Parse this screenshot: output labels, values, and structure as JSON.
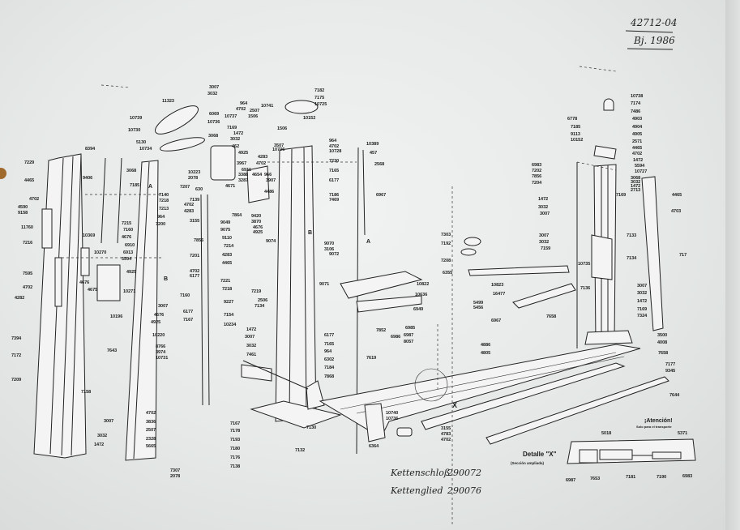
{
  "document": {
    "reference_number": "42712-04",
    "year_note": "Bj. 1986",
    "handwritten_notes": [
      {
        "label": "Kettenschloß",
        "number": "290072"
      },
      {
        "label": "Kettenglied",
        "number": "290076"
      }
    ]
  },
  "detail": {
    "title": "Detalle \"X\"",
    "subtitle": "(Sección ampliada)",
    "warning": "¡Atención!",
    "warning_note": "Solo para el transporte",
    "marker": "X"
  },
  "markers": [
    "A",
    "B",
    "A",
    "B"
  ],
  "part_labels": [
    "8394",
    "7229",
    "4465",
    "4702",
    "4590",
    "9158",
    "11760",
    "7216",
    "7595",
    "4702",
    "4282",
    "7394",
    "7172",
    "7209",
    "9406",
    "3068",
    "7185",
    "5130",
    "10734",
    "10369",
    "10270",
    "6910",
    "6913",
    "5594",
    "4676",
    "7215",
    "7160",
    "4925",
    "4676",
    "4675",
    "10271",
    "10196",
    "7643",
    "7158",
    "3007",
    "3032",
    "1472",
    "3007",
    "3032",
    "11323",
    "10739",
    "10730",
    "7182",
    "7175",
    "10725",
    "964",
    "4702",
    "10741",
    "2507",
    "1506",
    "10737",
    "6069",
    "10736",
    "10152",
    "7169",
    "1472",
    "3068",
    "3032",
    "462",
    "4925",
    "1506",
    "3507",
    "10736",
    "964",
    "4702",
    "10728",
    "7230",
    "7165",
    "6177",
    "7186",
    "7469",
    "4283",
    "4702",
    "3967",
    "6911",
    "3388",
    "4654",
    "3287",
    "966",
    "3907",
    "4486",
    "4671",
    "7864",
    "9420",
    "3870",
    "4676",
    "4925",
    "10223",
    "2078",
    "7207",
    "7140",
    "7218",
    "7213",
    "964",
    "7200",
    "4702",
    "4283",
    "3155",
    "7856",
    "7201",
    "4702",
    "6177",
    "630",
    "7139",
    "9049",
    "9075",
    "9110",
    "7214",
    "4283",
    "4465",
    "9074",
    "9070",
    "3106",
    "9072",
    "9071",
    "7221",
    "7218",
    "7160",
    "9227",
    "3007",
    "4676",
    "4925",
    "6177",
    "7167",
    "7154",
    "10234",
    "10220",
    "8766",
    "3974",
    "10731",
    "7219",
    "2506",
    "7134",
    "1472",
    "3007",
    "3032",
    "7461",
    "6177",
    "7165",
    "964",
    "6302",
    "7184",
    "7868",
    "7130",
    "7132",
    "4702",
    "3836",
    "2507",
    "2328",
    "5665",
    "7167",
    "7178",
    "7193",
    "7180",
    "7176",
    "7138",
    "7307",
    "2078",
    "10389",
    "457",
    "2568",
    "6967",
    "7303",
    "7192",
    "7208",
    "6355",
    "10822",
    "10823",
    "10636",
    "16477",
    "6949",
    "5499",
    "5456",
    "7852",
    "6986",
    "6985",
    "6987",
    "8057",
    "6967",
    "4886",
    "4805",
    "7619",
    "10740",
    "10736",
    "6364",
    "3155",
    "4783",
    "4702",
    "7644",
    "5018",
    "5371",
    "6987",
    "7653",
    "7181",
    "7190",
    "6983",
    "10738",
    "7174",
    "7486",
    "4903",
    "4904",
    "4905",
    "2571",
    "4465",
    "4702",
    "1472",
    "5594",
    "10727",
    "6778",
    "7185",
    "9113",
    "10152",
    "6983",
    "7202",
    "7856",
    "7204",
    "1472",
    "3032",
    "3007",
    "3007",
    "3032",
    "7159",
    "3068",
    "3032",
    "1472",
    "2713",
    "7169",
    "7133",
    "7134",
    "10735",
    "7136",
    "4465",
    "4703",
    "717",
    "3007",
    "3032",
    "1472",
    "7169",
    "7324",
    "3500",
    "4008",
    "7658",
    "7658",
    "7177",
    "9345"
  ]
}
